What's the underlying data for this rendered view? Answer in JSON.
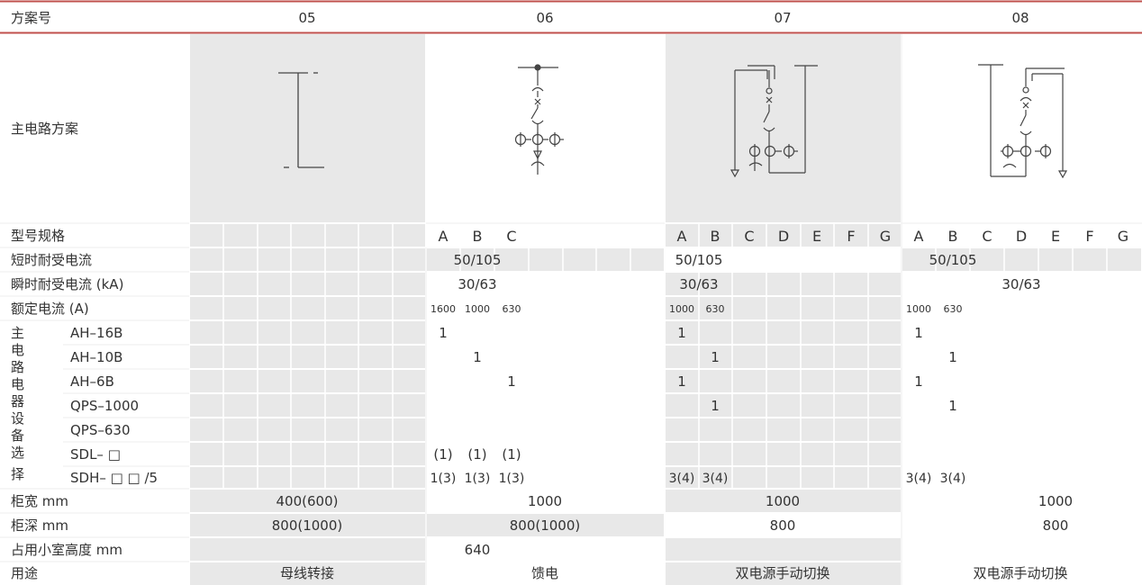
{
  "header": {
    "label": "方案号",
    "schemes": [
      "05",
      "06",
      "07",
      "08"
    ]
  },
  "rows": {
    "main_circuit": "主电路方案",
    "model_spec": "型号规格",
    "short_time_current": "短时耐受电流",
    "peak_current": "瞬时耐受电流 (kA)",
    "rated_current": "额定电流 (A)",
    "device_group": [
      "主",
      "电",
      "路",
      "电",
      "器",
      "设",
      "备",
      "选",
      "择"
    ],
    "devices": [
      "AH–16B",
      "AH–10B",
      "AH–6B",
      "QPS–1000",
      "QPS–630",
      "SDL– □",
      "SDH– □ □ /5"
    ],
    "width": "柜宽 mm",
    "depth": "柜深 mm",
    "room_height": "占用小室高度 mm",
    "usage": "用途"
  },
  "variant_letters": {
    "s06": [
      "A",
      "B",
      "C"
    ],
    "s07": [
      "A",
      "B",
      "C",
      "D",
      "E",
      "F",
      "G"
    ],
    "s08": [
      "A",
      "B",
      "C",
      "D",
      "E",
      "F",
      "G"
    ]
  },
  "values": {
    "short_time_current": {
      "s06": "50/105",
      "s07": "50/105",
      "s08": "50/105"
    },
    "peak_current": {
      "s06": "30/63",
      "s07": "30/63",
      "s08": "30/63"
    },
    "rated_current": {
      "s06": [
        "1600",
        "1000",
        "630"
      ],
      "s07": [
        "1000",
        "630"
      ],
      "s08": [
        "1000",
        "630"
      ]
    },
    "ah16b": {
      "s06": "1",
      "s07": "1",
      "s08": "1"
    },
    "ah10b": {
      "s06": "1",
      "s07": "1",
      "s08": "1"
    },
    "ah6b": {
      "s06": "1",
      "s07": "1",
      "s08": "1"
    },
    "qps1000": {
      "s07": "1",
      "s08": "1"
    },
    "sdl": {
      "s06": [
        "(1)",
        "(1)",
        "(1)"
      ]
    },
    "sdh": {
      "s06": [
        "1(3)",
        "1(3)",
        "1(3)"
      ],
      "s07": [
        "3(4)",
        "3(4)"
      ],
      "s08": [
        "3(4)",
        "3(4)"
      ]
    },
    "width": {
      "s05": "400(600)",
      "s06": "1000",
      "s07": "1000",
      "s08": "1000"
    },
    "depth": {
      "s05": "800(1000)",
      "s06": "800(1000)",
      "s07": "800",
      "s08": "800"
    },
    "room_height": {
      "s06": "640"
    },
    "usage": {
      "s05": "母线转接",
      "s06": "馈电",
      "s07": "双电源手动切换",
      "s08": "双电源手动切换"
    }
  },
  "colors": {
    "rule": "#c0504d",
    "shade": "#e8e8e8",
    "grid": "#ffffff",
    "text": "#333333"
  }
}
